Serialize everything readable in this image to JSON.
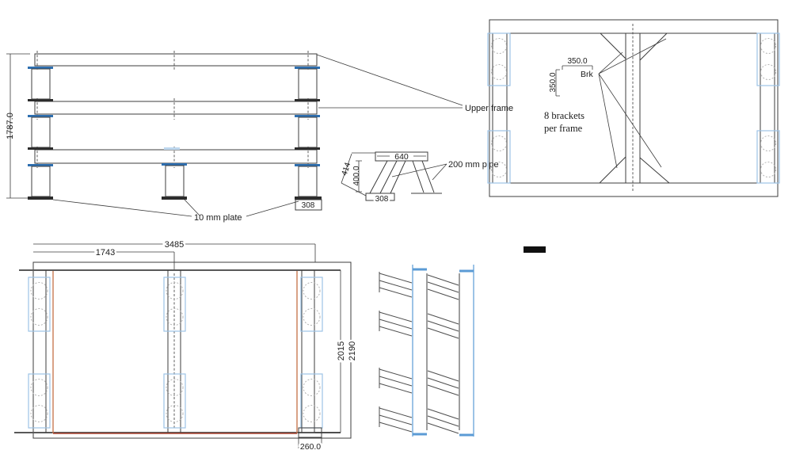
{
  "drawing": {
    "elevation": {
      "dim_height": "1787.0",
      "label_upper_frame": "Upper frame",
      "label_plate": "10 mm plate",
      "dim_base_plate": "308"
    },
    "trestle": {
      "dim_top_width": "640",
      "dim_leg_length": "414",
      "dim_height": "400.0",
      "dim_base_width": "308",
      "label_pipe": "200 mm pipe"
    },
    "plan_upper": {
      "dim_bracket_x": "350.0",
      "dim_bracket_y": "350.0",
      "label_bracket": "Brk",
      "note_line1": "8 brackets",
      "note_line2": "per frame"
    },
    "plan_lower": {
      "dim_total_width": "3485",
      "dim_half_width": "1743",
      "dim_inner_height": "2015",
      "dim_outer_height": "2190",
      "dim_plate_width": "260.0"
    },
    "colors": {
      "line": "#3c3c3c",
      "rail": "#595959",
      "blue": "#2e6fb0",
      "dark": "#2b2b2b",
      "ltblue": "#9dc3e6",
      "ltblue-fill": "#bdd7ee",
      "bluecap": "#5b9bd5",
      "orange": "#c97b52",
      "red": "#a8402e",
      "circle": "#b3b3b3"
    }
  }
}
